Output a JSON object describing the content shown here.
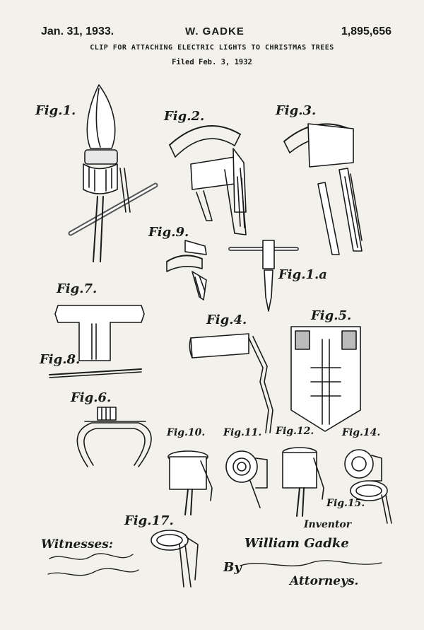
{
  "header": {
    "date": "Jan. 31, 1933.",
    "inventor": "W. GADKE",
    "patent_number": "1,895,656",
    "title": "CLIP FOR ATTACHING ELECTRIC LIGHTS TO CHRISTMAS TREES",
    "filed": "Filed Feb. 3, 1932"
  },
  "figures": {
    "fig1": "Fig.1.",
    "fig2": "Fig.2.",
    "fig3": "Fig.3.",
    "fig9": "Fig.9.",
    "fig1a": "Fig.1.a",
    "fig7": "Fig.7.",
    "fig4": "Fig.4.",
    "fig5": "Fig.5.",
    "fig8": "Fig.8.",
    "fig6": "Fig.6.",
    "fig10": "Fig.10.",
    "fig11": "Fig.11.",
    "fig12": "Fig.12.",
    "fig14": "Fig.14.",
    "fig15": "Fig.15.",
    "fig17": "Fig.17."
  },
  "signatures": {
    "witnesses_label": "Witnesses:",
    "inventor_label": "Inventor",
    "inventor_name": "William Gadke",
    "by_label": "By",
    "attorneys_label": "Attorneys."
  }
}
